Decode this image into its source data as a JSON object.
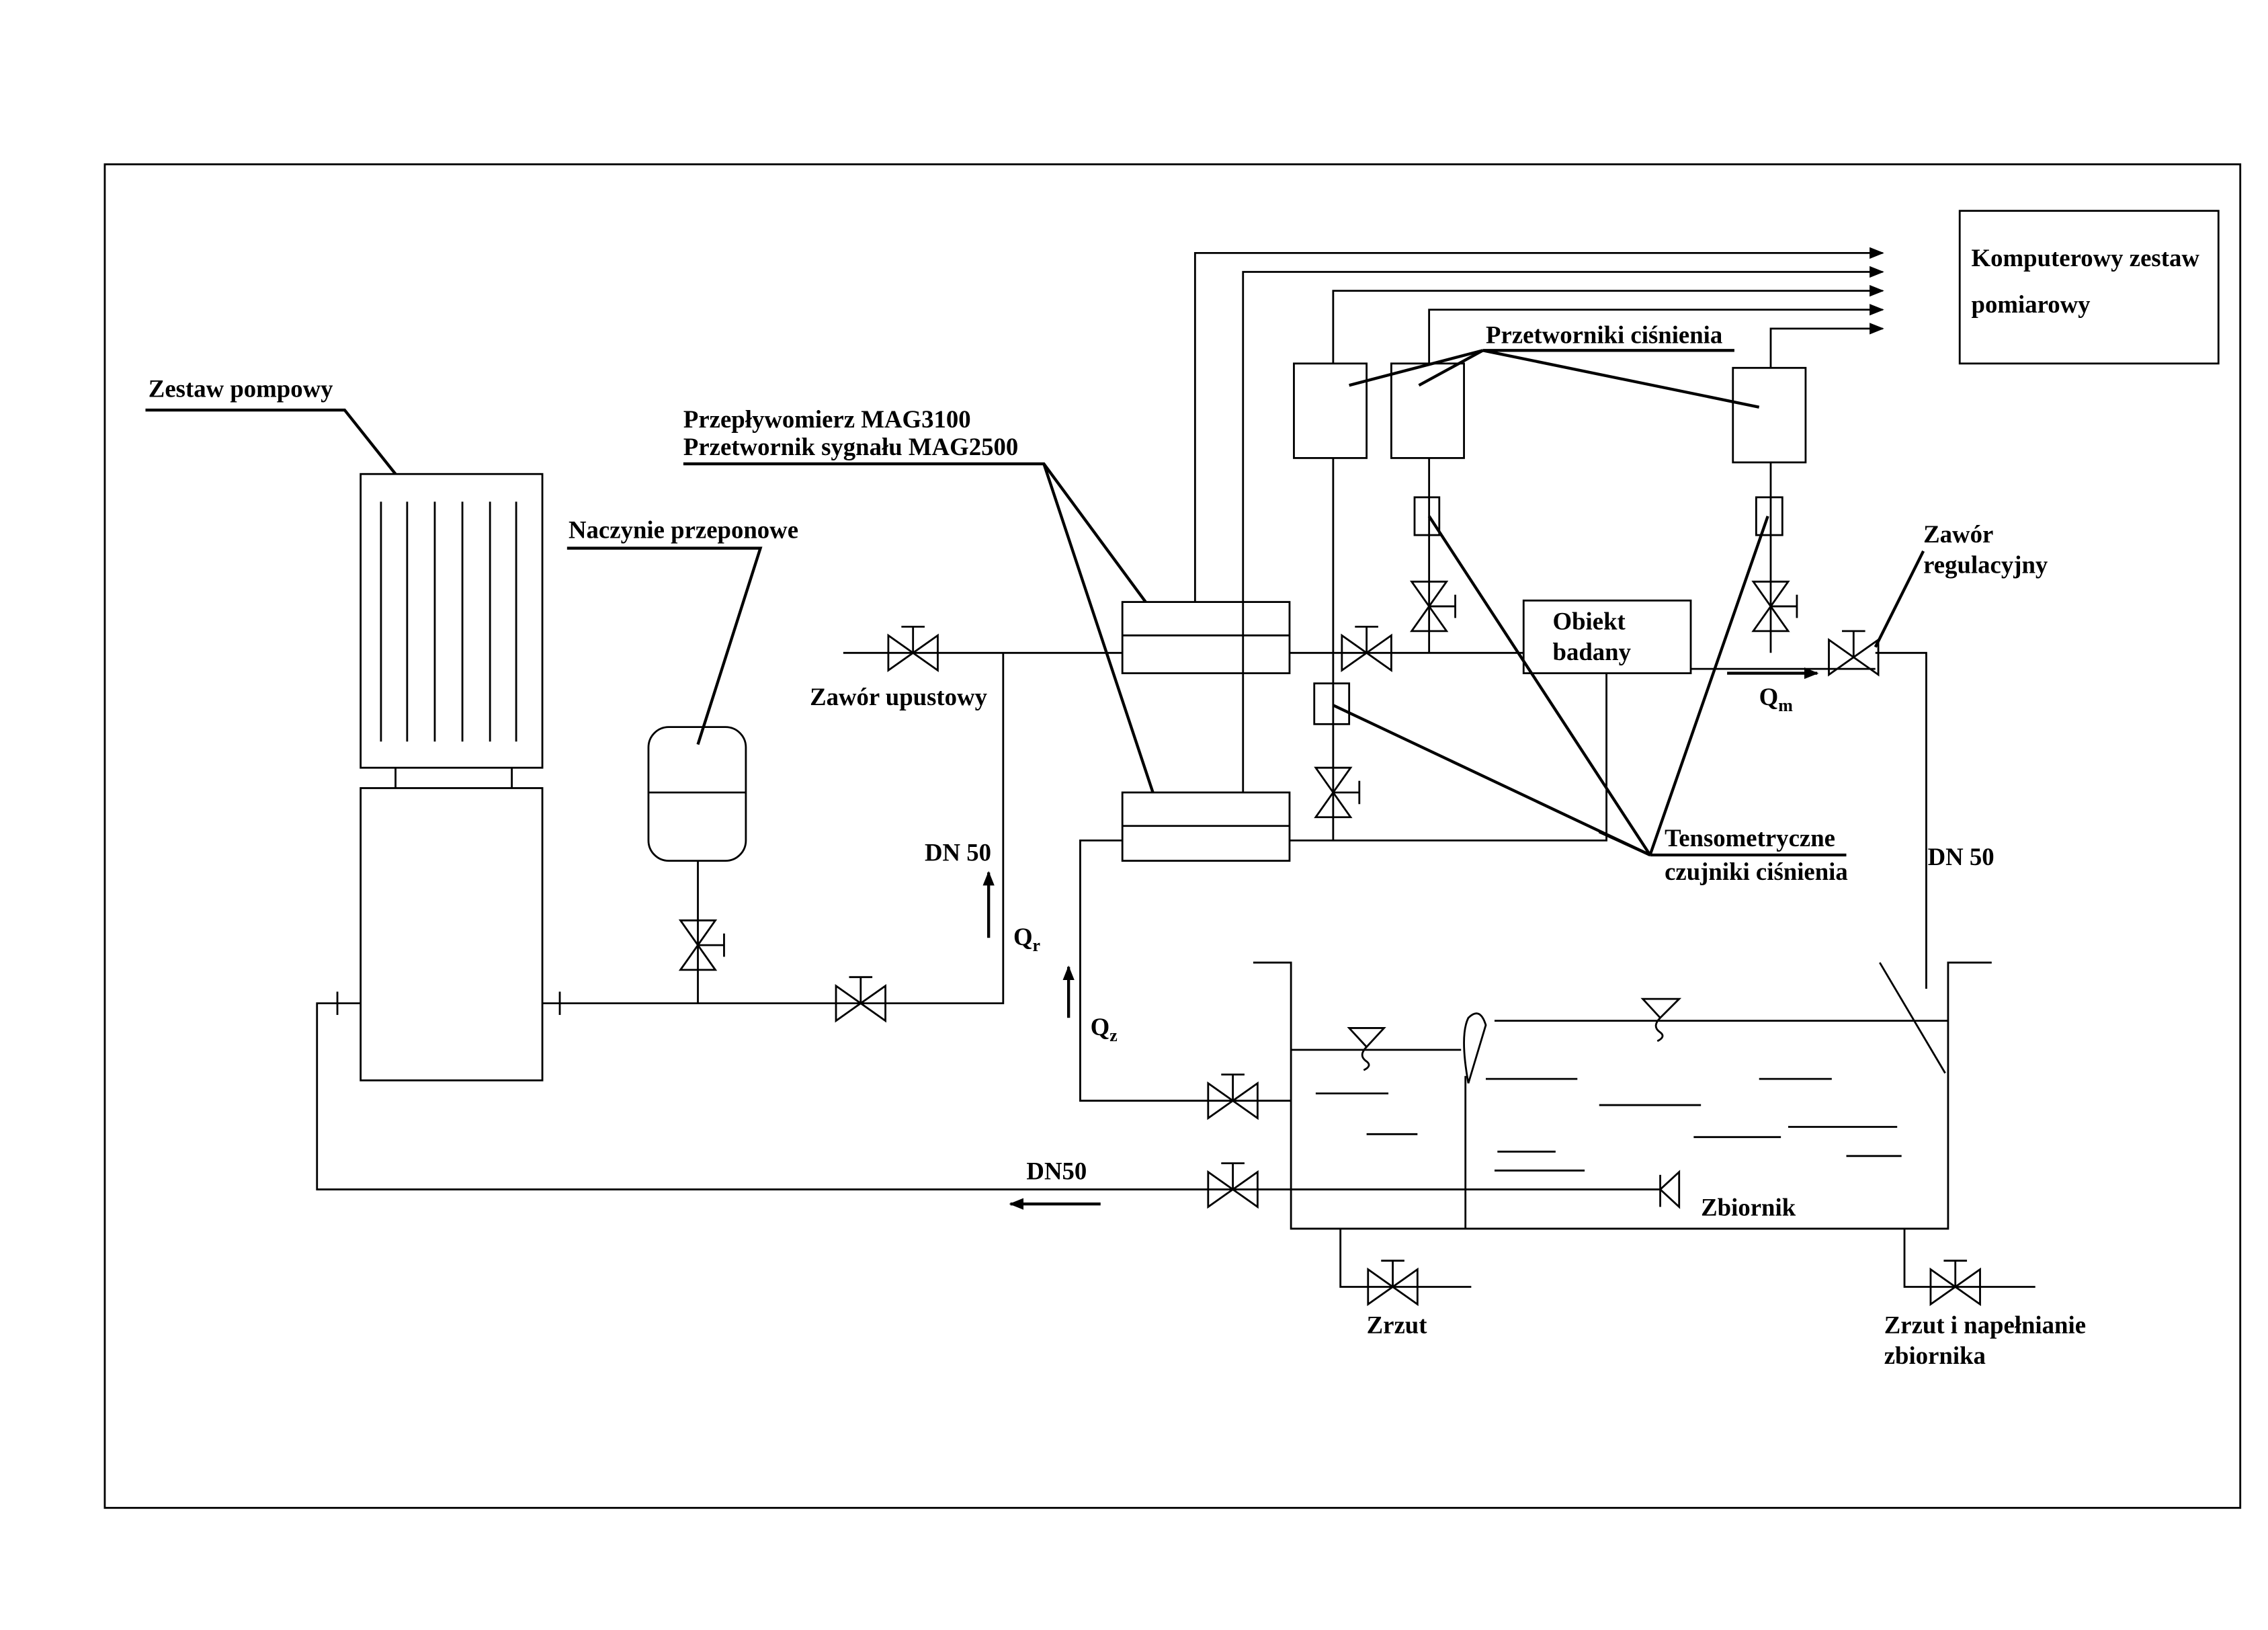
{
  "labels": {
    "computer_line1": "Komputerowy zestaw",
    "computer_line2": "pomiarowy",
    "pressure_transducers": "Przetworniki ciśnienia",
    "pump_set": "Zestaw pompowy",
    "flowmeter_line1": "Przepływomierz MAG3100",
    "flowmeter_line2": "Przetwornik sygnału MAG2500",
    "diaphragm_vessel": "Naczynie przeponowe",
    "relief_valve": "Zawór upustowy",
    "control_valve_line1": "Zawór",
    "control_valve_line2": "regulacyjny",
    "test_object_line1": "Obiekt",
    "test_object_line2": "badany",
    "strain_sensors_line1": "Tensometryczne",
    "strain_sensors_line2": "czujniki ciśnienia",
    "dn50_left": "DN 50",
    "dn50_right": "DN 50",
    "dn50_bottom": "DN50",
    "qr": "Q",
    "qr_sub": "r",
    "qz": "Q",
    "qz_sub": "z",
    "qm": "Q",
    "qm_sub": "m",
    "tank": "Zbiornik",
    "drain": "Zrzut",
    "drain_fill_line1": "Zrzut i napełnianie",
    "drain_fill_line2": "zbiornika"
  },
  "colors": {
    "line": "#000000",
    "background": "#ffffff"
  }
}
